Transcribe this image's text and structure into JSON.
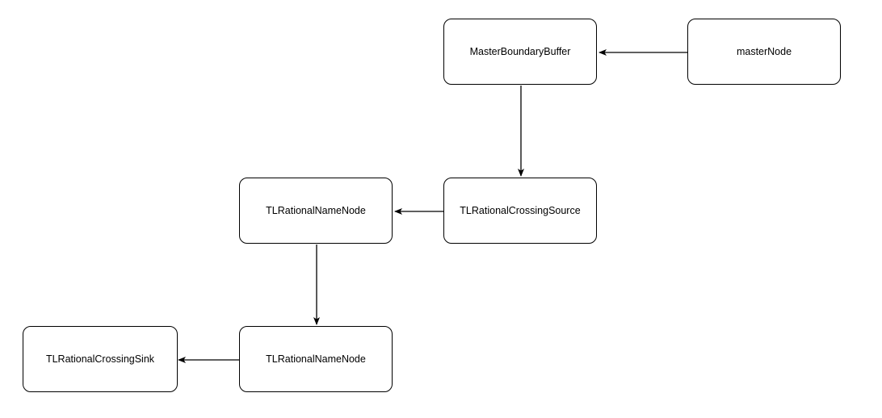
{
  "diagram": {
    "nodes": [
      {
        "id": "master-boundary-buffer",
        "label": "MasterBoundaryBuffer"
      },
      {
        "id": "master-node",
        "label": "masterNode"
      },
      {
        "id": "tl-rational-crossing-source",
        "label": "TLRationalCrossingSource"
      },
      {
        "id": "tl-rational-name-node-1",
        "label": "TLRationalNameNode"
      },
      {
        "id": "tl-rational-name-node-2",
        "label": "TLRationalNameNode"
      },
      {
        "id": "tl-rational-crossing-sink",
        "label": "TLRationalCrossingSink"
      }
    ],
    "edges": [
      {
        "from": "master-node",
        "to": "master-boundary-buffer"
      },
      {
        "from": "master-boundary-buffer",
        "to": "tl-rational-crossing-source"
      },
      {
        "from": "tl-rational-crossing-source",
        "to": "tl-rational-name-node-1"
      },
      {
        "from": "tl-rational-name-node-1",
        "to": "tl-rational-name-node-2"
      },
      {
        "from": "tl-rational-name-node-2",
        "to": "tl-rational-crossing-sink"
      }
    ],
    "colors": {
      "stroke": "#000000",
      "fill": "#ffffff",
      "background": "#ffffff"
    }
  }
}
